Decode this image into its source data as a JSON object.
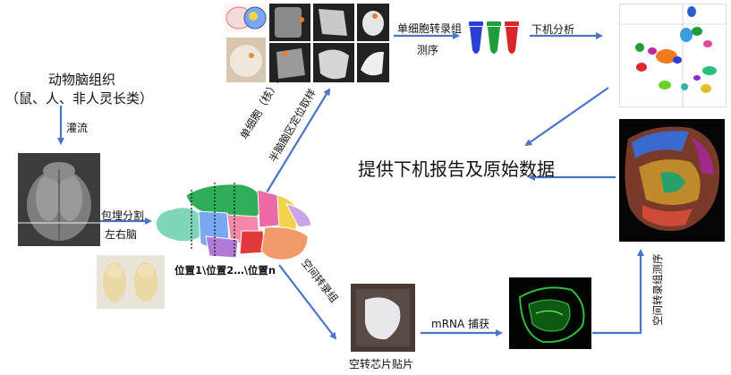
{
  "source": {
    "title_line1": "动物脑组织",
    "title_line2": "（鼠、人、非人灵长类）"
  },
  "steps": {
    "perfusion": "灌流",
    "embed_line1": "包埋分割",
    "embed_line2": "左右脑",
    "positions": "位置1\\位置2…\\位置n",
    "sc_branch": "单细胞（核）转录组",
    "hemi_branch": "半脑脑区定位取样",
    "sc_sequencing_line1": "单细胞转录组",
    "sc_sequencing_line2": "测序",
    "downstream": "下机分析",
    "spatial_branch": "空间转录组",
    "chip": "空转芯片贴片",
    "mrna": "mRNA 捕获",
    "spatial_sequencing": "空间转录组测序"
  },
  "report": "提供下机报告及原始数据",
  "colors": {
    "arrow": "#4a74c9",
    "tube_blue": "#2a3fd6",
    "tube_green": "#1e9e3a",
    "tube_red": "#d8262a"
  }
}
